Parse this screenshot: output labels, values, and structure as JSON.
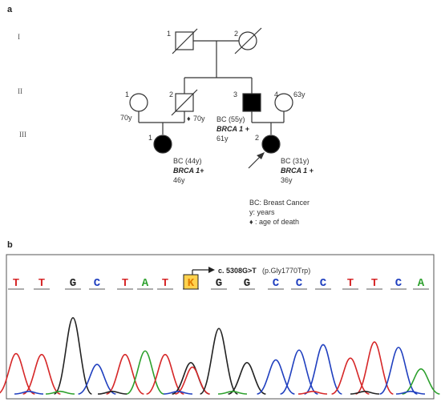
{
  "panel_a": {
    "label": "a",
    "generations": [
      "I",
      "II",
      "III"
    ],
    "gen1": {
      "male_id": "1",
      "female_id": "2"
    },
    "gen2": {
      "p1": {
        "id": "1",
        "age": "70y"
      },
      "p2": {
        "id": "2",
        "age": "70y"
      },
      "p3": {
        "id": "3",
        "diagnosis": "BC (55y)",
        "gene": "BRCA 1 +",
        "age": "61y"
      },
      "p4": {
        "id": "4",
        "age": "63y"
      }
    },
    "gen3": {
      "p1": {
        "id": "1",
        "diagnosis": "BC (44y)",
        "gene": "BRCA 1+",
        "age": "46y"
      },
      "p2": {
        "id": "2",
        "diagnosis": "BC (31y)",
        "gene": "BRCA 1 +",
        "age": "36y"
      }
    },
    "legend": {
      "bc": "BC: Breast Cancer",
      "y": "y: years",
      "death": ": age of death"
    }
  },
  "panel_b": {
    "label": "b",
    "mutation": "c. 5308G>T",
    "protein": "(p.Gly1770Trp)",
    "sequence": [
      {
        "b": "T",
        "c": "#d62728"
      },
      {
        "b": "T",
        "c": "#d62728"
      },
      {
        "b": "G",
        "c": "#222222"
      },
      {
        "b": "C",
        "c": "#1f3fbf"
      },
      {
        "b": "T",
        "c": "#d62728"
      },
      {
        "b": "A",
        "c": "#2ca02c"
      },
      {
        "b": "T",
        "c": "#d62728"
      },
      {
        "b": "K",
        "c": "#e07b00"
      },
      {
        "b": "G",
        "c": "#222222"
      },
      {
        "b": "G",
        "c": "#222222"
      },
      {
        "b": "C",
        "c": "#1f3fbf"
      },
      {
        "b": "C",
        "c": "#1f3fbf"
      },
      {
        "b": "C",
        "c": "#1f3fbf"
      },
      {
        "b": "T",
        "c": "#d62728"
      },
      {
        "b": "T",
        "c": "#d62728"
      },
      {
        "b": "C",
        "c": "#1f3fbf"
      },
      {
        "b": "A",
        "c": "#2ca02c"
      }
    ],
    "colors": {
      "T": "#d62728",
      "G": "#222222",
      "C": "#1f3fbf",
      "A": "#2ca02c",
      "highlight": "#ffd24d"
    }
  }
}
